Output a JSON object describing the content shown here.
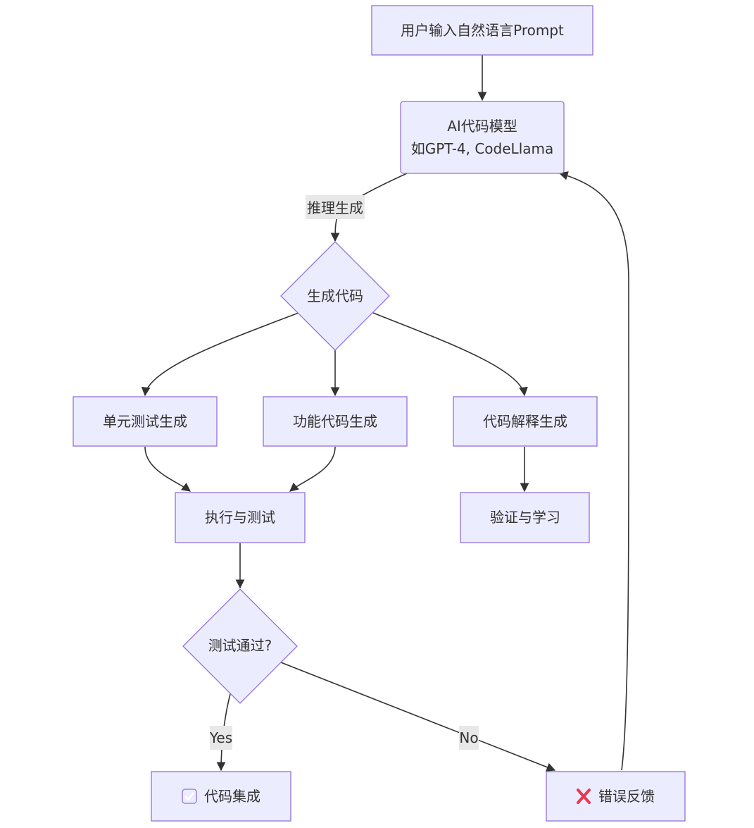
{
  "nodes": {
    "prompt": "用户输入自然语言Prompt",
    "model_line1": "AI代码模型",
    "model_line2": "如GPT-4, CodeLlama",
    "generate": "生成代码",
    "unit_test": "单元测试生成",
    "func_code": "功能代码生成",
    "explain": "代码解释生成",
    "execute": "执行与测试",
    "learn": "验证与学习",
    "passed": "测试通过?",
    "integrate": "代码集成",
    "feedback": "错误反馈"
  },
  "icons": {
    "integrate": "check-mark-button-icon",
    "feedback": "cross-mark-icon"
  },
  "edge_labels": {
    "infer": "推理生成",
    "yes": "Yes",
    "no": "No"
  },
  "colors": {
    "node_fill": "#ECECFF",
    "node_stroke": "#9370DB",
    "edge": "#333333",
    "label_bg": "#e8e8e8",
    "check": "#3dbb61",
    "cross": "#e8384f"
  }
}
